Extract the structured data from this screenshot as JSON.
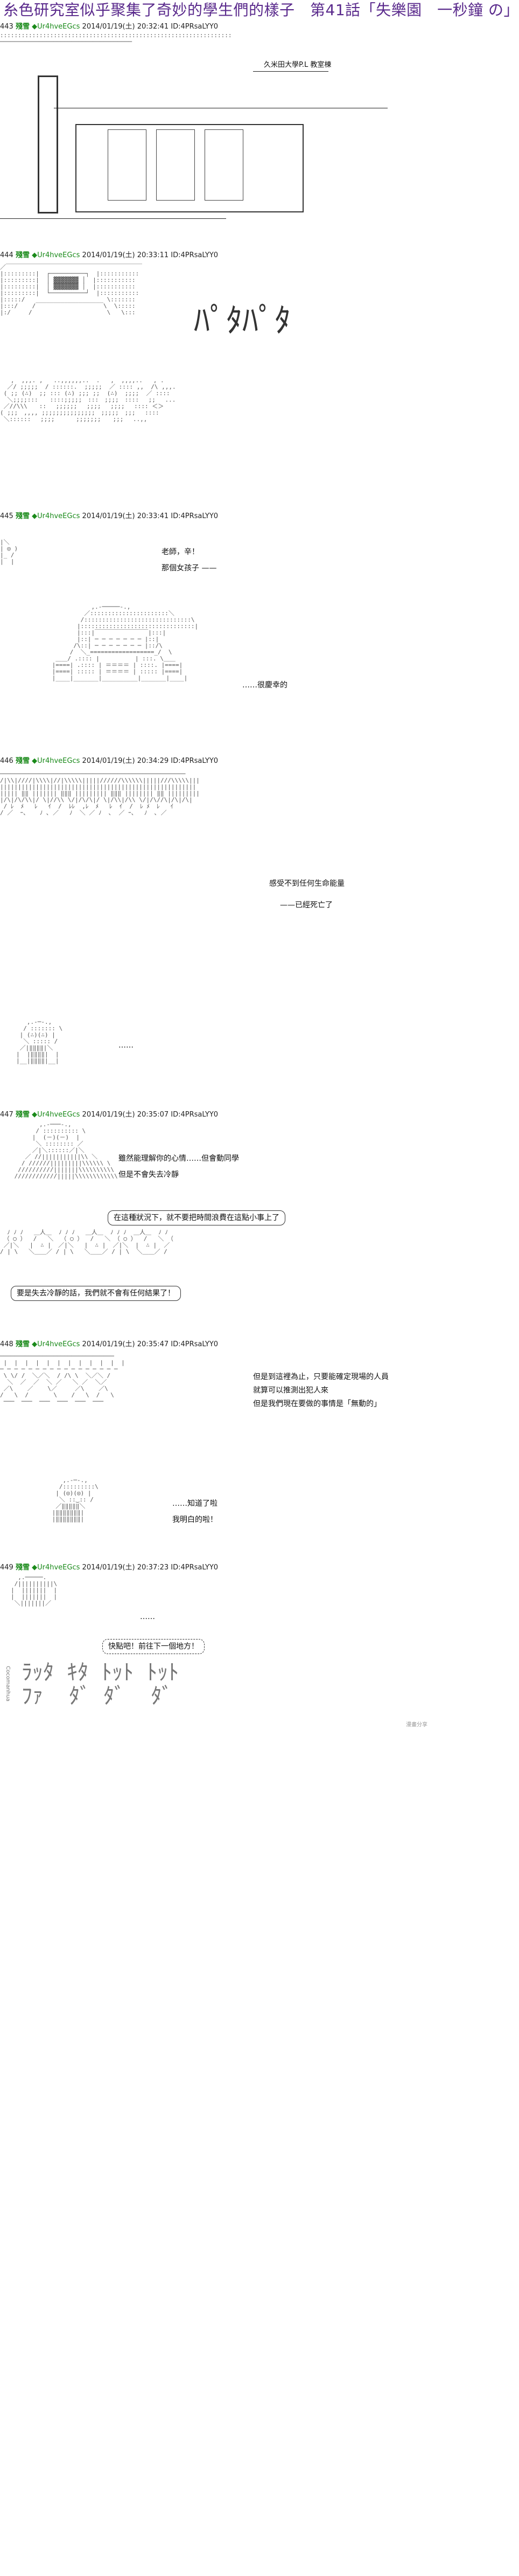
{
  "title": "糸色研究室似乎聚集了奇妙的學生們的樣子　第41話「失樂園　一秒鐘 の」",
  "posts": [
    {
      "num": "443",
      "name": "殘雪",
      "trip": "◆Ur4hveEGcs",
      "date": "2014/01/19(土) 20:32:41",
      "id": "ID:4PRsaLYY0"
    },
    {
      "num": "444",
      "name": "殘雪",
      "trip": "◆Ur4hveEGcs",
      "date": "2014/01/19(土) 20:33:11",
      "id": "ID:4PRsaLYY0"
    },
    {
      "num": "445",
      "name": "殘雪",
      "trip": "◆Ur4hveEGcs",
      "date": "2014/01/19(土) 20:33:41",
      "id": "ID:4PRsaLYY0"
    },
    {
      "num": "446",
      "name": "殘雪",
      "trip": "◆Ur4hveEGcs",
      "date": "2014/01/19(土) 20:34:29",
      "id": "ID:4PRsaLYY0"
    },
    {
      "num": "447",
      "name": "殘雪",
      "trip": "◆Ur4hveEGcs",
      "date": "2014/01/19(土) 20:35:07",
      "id": "ID:4PRsaLYY0"
    },
    {
      "num": "448",
      "name": "殘雪",
      "trip": "◆Ur4hveEGcs",
      "date": "2014/01/19(土) 20:35:47",
      "id": "ID:4PRsaLYY0"
    },
    {
      "num": "449",
      "name": "殘雪",
      "trip": "◆Ur4hveEGcs",
      "date": "2014/01/19(土) 20:37:23",
      "id": "ID:4PRsaLYY0"
    }
  ],
  "texts": {
    "place": "久米田大學P.L 教室棟",
    "sfx": "ﾊﾟﾀﾊﾟﾀ",
    "t445a": "老師，辛！",
    "t445b": "那個女孩子 ——",
    "t445c": "……很慶幸的",
    "t446a": "感受不到任何生命能量",
    "t446b": "——已經死亡了",
    "t446c": "……",
    "t447a": "雖然能理解你的心情……但會動同學",
    "t447b": "但是不會失去冷靜",
    "box1": "在這種狀況下，就不要把時間浪費在這點小事上了",
    "box2": "要是失去冷靜的話，我們就不會有任何結果了！",
    "t448a": "但是到這裡為止，只要能確定現場的人員",
    "t448b": "就算可以推測出犯人來",
    "t448c": "但是我們現在要做的事情是「無動的」",
    "t448d": "……知道了啦",
    "t448e": "我明白的啦！",
    "t449a": "……",
    "box3": "快點吧！前往下一個地方！",
    "side": "Cocomanhua",
    "wm": "漫畫分享"
  }
}
